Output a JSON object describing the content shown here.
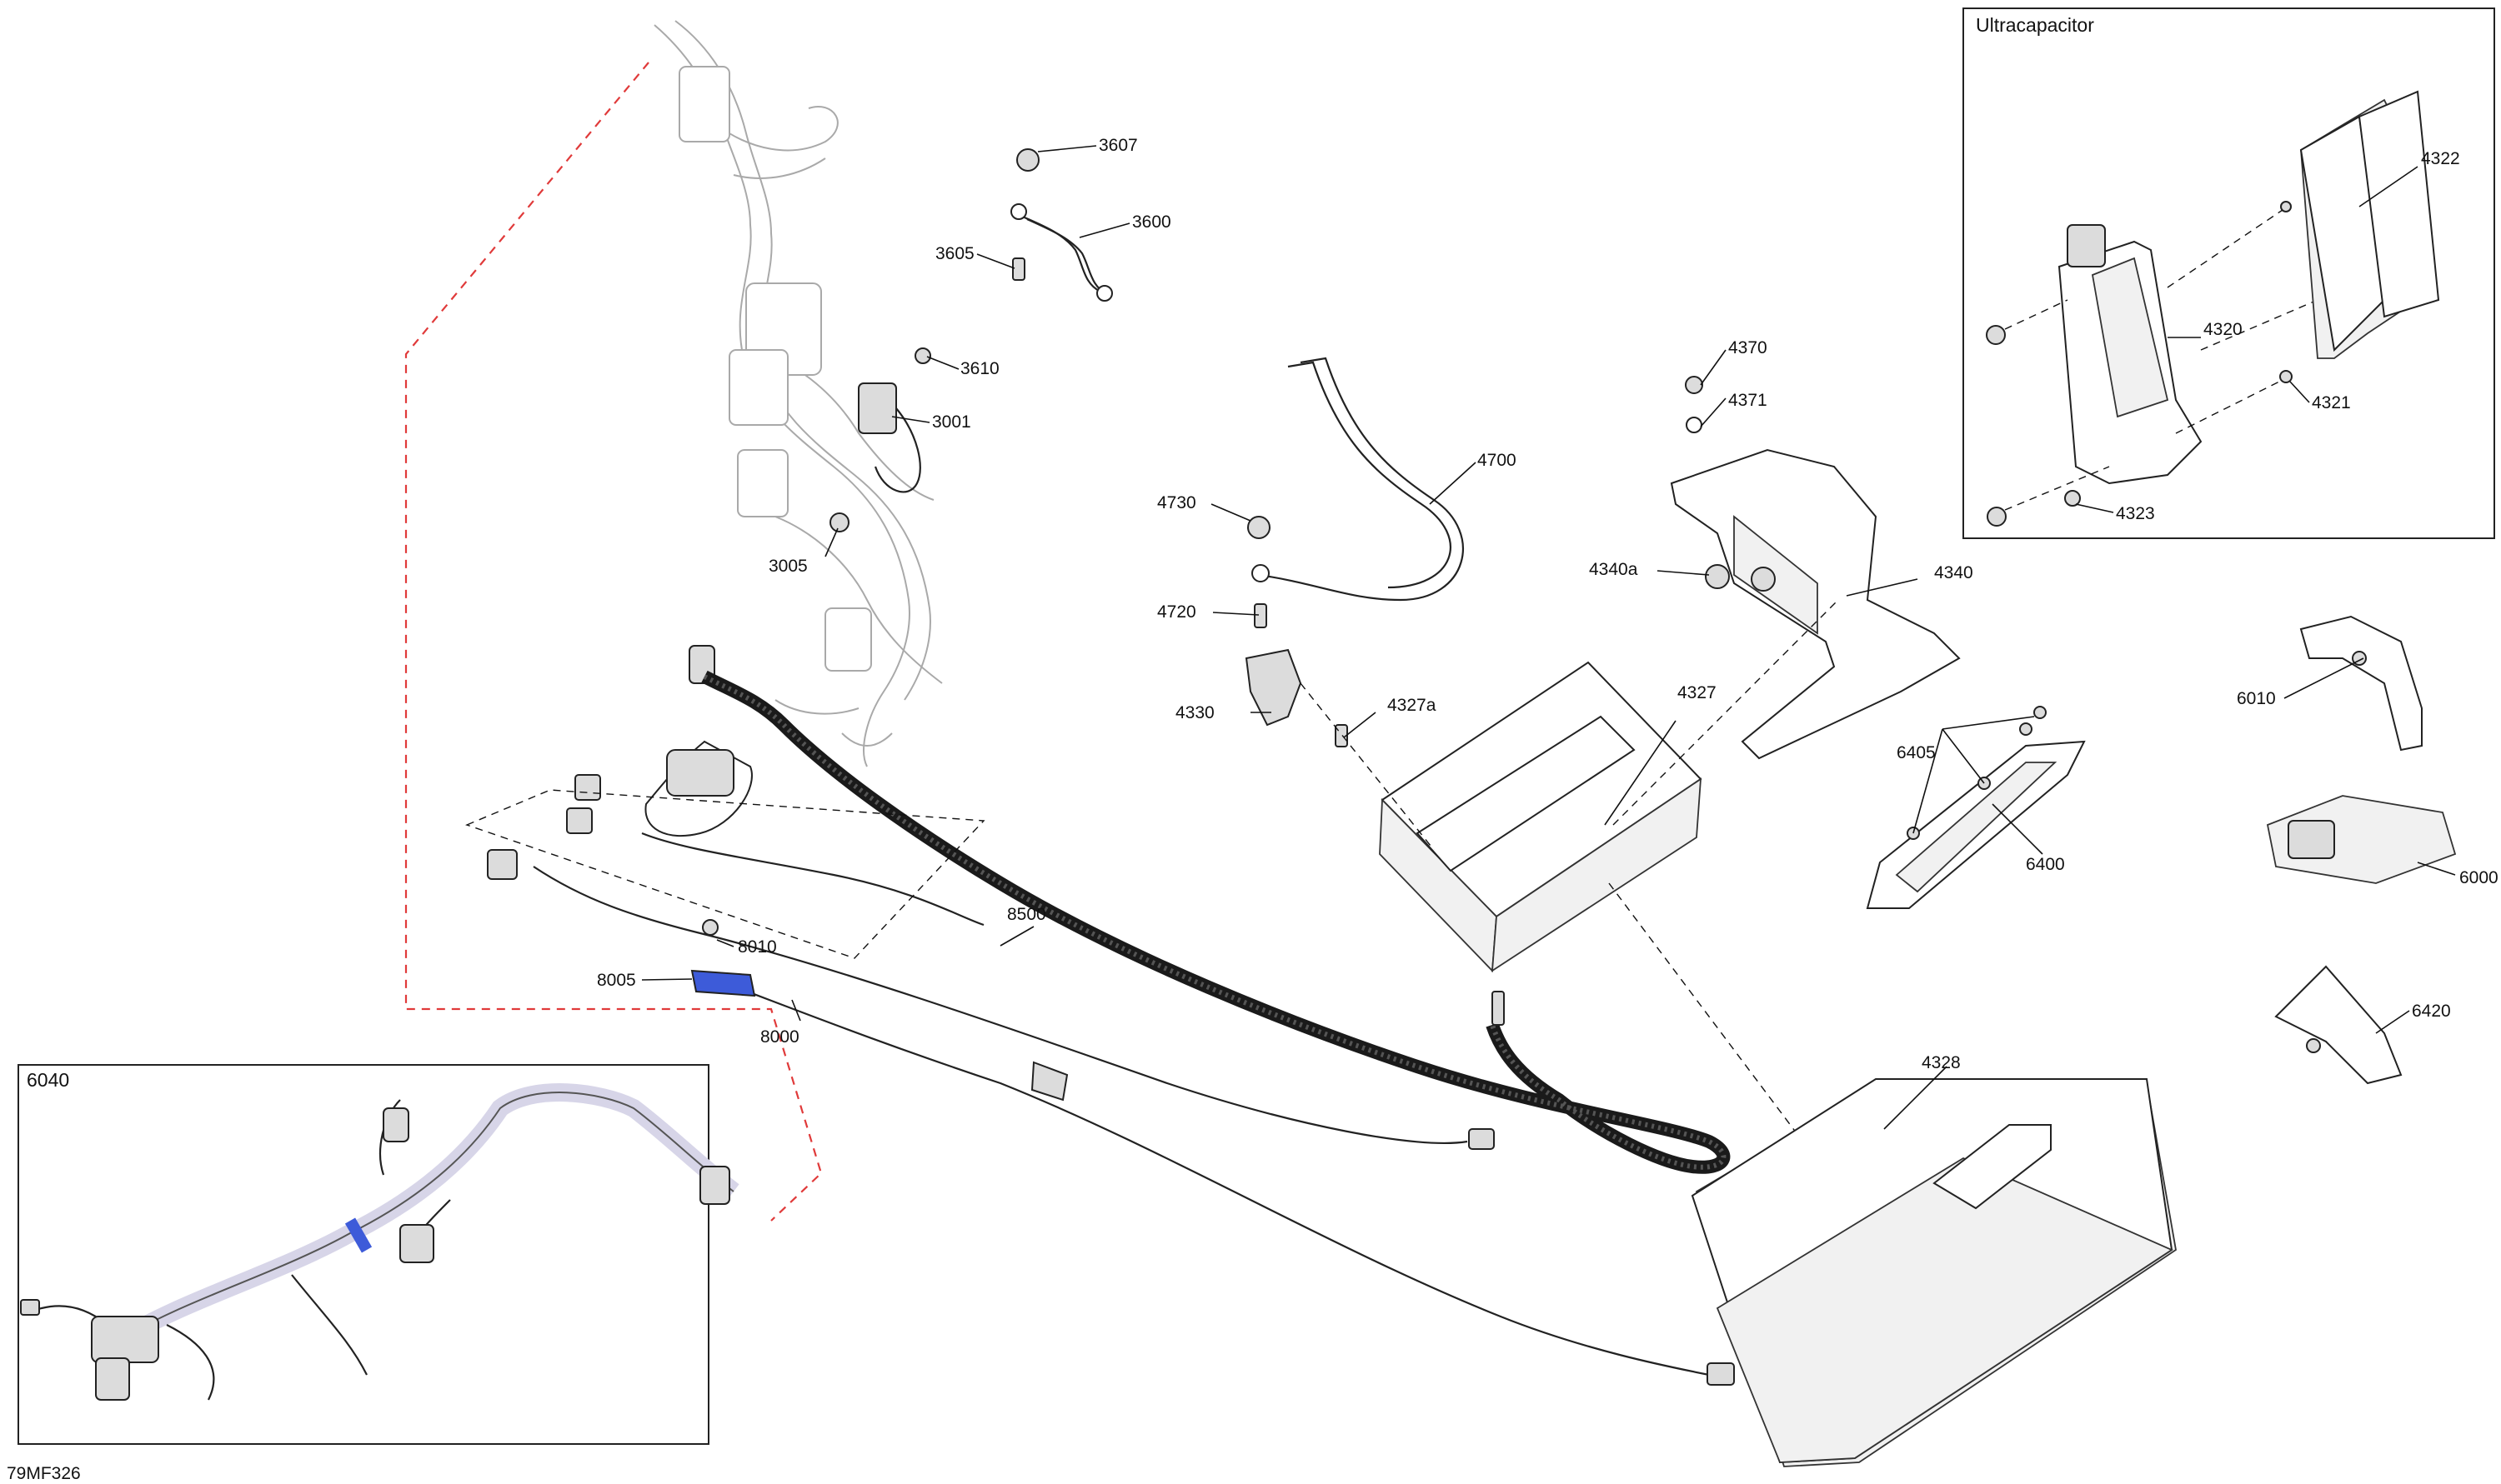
{
  "figure_code": "79MF326",
  "inset_ultracapacitor": {
    "title": "Ultracapacitor",
    "labels": [
      "4322",
      "4320",
      "4321",
      "4323"
    ]
  },
  "inset_harness": {
    "title": "6040"
  },
  "callouts": {
    "c3607": "3607",
    "c3600": "3600",
    "c3605": "3605",
    "c3610": "3610",
    "c3001": "3001",
    "c3005": "3005",
    "c4700": "4700",
    "c4730": "4730",
    "c4720": "4720",
    "c4370": "4370",
    "c4371": "4371",
    "c4340a": "4340a",
    "c4340": "4340",
    "c4330": "4330",
    "c4327a": "4327a",
    "c4327": "4327",
    "c6405": "6405",
    "c6400": "6400",
    "c6010": "6010",
    "c6000": "6000",
    "c6420": "6420",
    "c8500": "8500",
    "c8010": "8010",
    "c8005": "8005",
    "c8000": "8000",
    "c4328": "4328",
    "c4322": "4322",
    "c4320": "4320",
    "c4321": "4321",
    "c4323": "4323"
  },
  "colors": {
    "callout_text": "#111111",
    "highlight_part": "#3d5bd9",
    "ghost_chassis": "#a9a9a9",
    "boundary_dashed": "#e03a3a"
  }
}
